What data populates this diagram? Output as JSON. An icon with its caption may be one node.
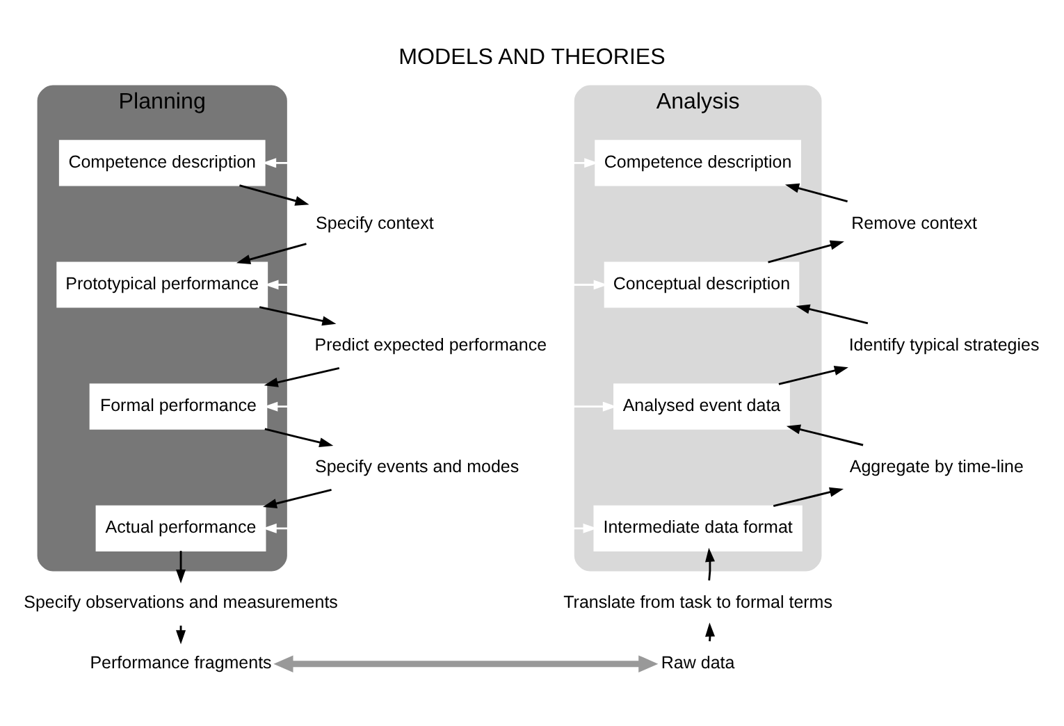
{
  "diagram": {
    "title": "MODELS AND THEORIES",
    "nodes": [
      {
        "text": [
          "Planning"
        ]
      },
      {
        "text": [
          "Competence description"
        ],
        "in": 0
      },
      {
        "text": [
          "Prototypical performance"
        ],
        "in": 0
      },
      {
        "text": [
          "Formal performance"
        ],
        "in": 0
      },
      {
        "text": [
          "Actual performance"
        ],
        "in": 0
      },
      {
        "text": [
          "Analysis"
        ]
      },
      {
        "text": [
          "Competence description"
        ],
        "in": 5
      },
      {
        "text": [
          "Conceptual description"
        ],
        "in": 5
      },
      {
        "text": [
          "Analysed event data"
        ],
        "in": 5
      },
      {
        "text": [
          "Intermediate data format"
        ],
        "in": 5
      },
      {
        "text": [
          "Performance fragments"
        ]
      },
      {
        "text": [
          "Raw data"
        ]
      },
      {
        "text": [
          "Specify context"
        ]
      },
      {
        "text": [
          "Predict expected performance"
        ]
      },
      {
        "text": [
          "Specify events and modes"
        ]
      },
      {
        "text": [
          "Specify observations and measurements"
        ]
      },
      {
        "text": [
          "Remove context"
        ]
      },
      {
        "text": [
          "Identify typical strategies"
        ]
      },
      {
        "text": [
          "Aggregate by time-line"
        ]
      },
      {
        "text": [
          "Translate from task to formal terms"
        ]
      }
    ],
    "edges": [
      {
        "from": 1,
        "to": 6,
        "arrow": "both",
        "color": "#ffffff"
      },
      {
        "from": 2,
        "to": 7,
        "arrow": "both",
        "color": "#ffffff"
      },
      {
        "from": 3,
        "to": 8,
        "arrow": "both",
        "color": "#ffffff"
      },
      {
        "from": 4,
        "to": 9,
        "arrow": "both",
        "color": "#ffffff"
      },
      {
        "from": 10,
        "to": 11,
        "arrow": "both",
        "style": "thick",
        "color": "#999999"
      },
      {
        "from": 1,
        "to": 12,
        "arrow": "to"
      },
      {
        "from": 12,
        "to": 2,
        "arrow": "to"
      },
      {
        "from": 2,
        "to": 13,
        "arrow": "to"
      },
      {
        "from": 13,
        "to": 3,
        "arrow": "to"
      },
      {
        "from": 3,
        "to": 14,
        "arrow": "to"
      },
      {
        "from": 14,
        "to": 4,
        "arrow": "to"
      },
      {
        "from": 4,
        "to": 15,
        "arrow": "to"
      },
      {
        "from": 15,
        "to": 10,
        "arrow": "to"
      },
      {
        "from": 7,
        "to": 16,
        "arrow": "to"
      },
      {
        "from": 16,
        "to": 6,
        "arrow": "to"
      },
      {
        "from": 8,
        "to": 17,
        "arrow": "to"
      },
      {
        "from": 17,
        "to": 7,
        "arrow": "to"
      },
      {
        "from": 9,
        "to": 18,
        "arrow": "to"
      },
      {
        "from": 18,
        "to": 8,
        "arrow": "to"
      },
      {
        "from": 11,
        "to": 19,
        "arrow": "to"
      },
      {
        "from": 19,
        "to": 9,
        "arrow": "to"
      }
    ]
  }
}
